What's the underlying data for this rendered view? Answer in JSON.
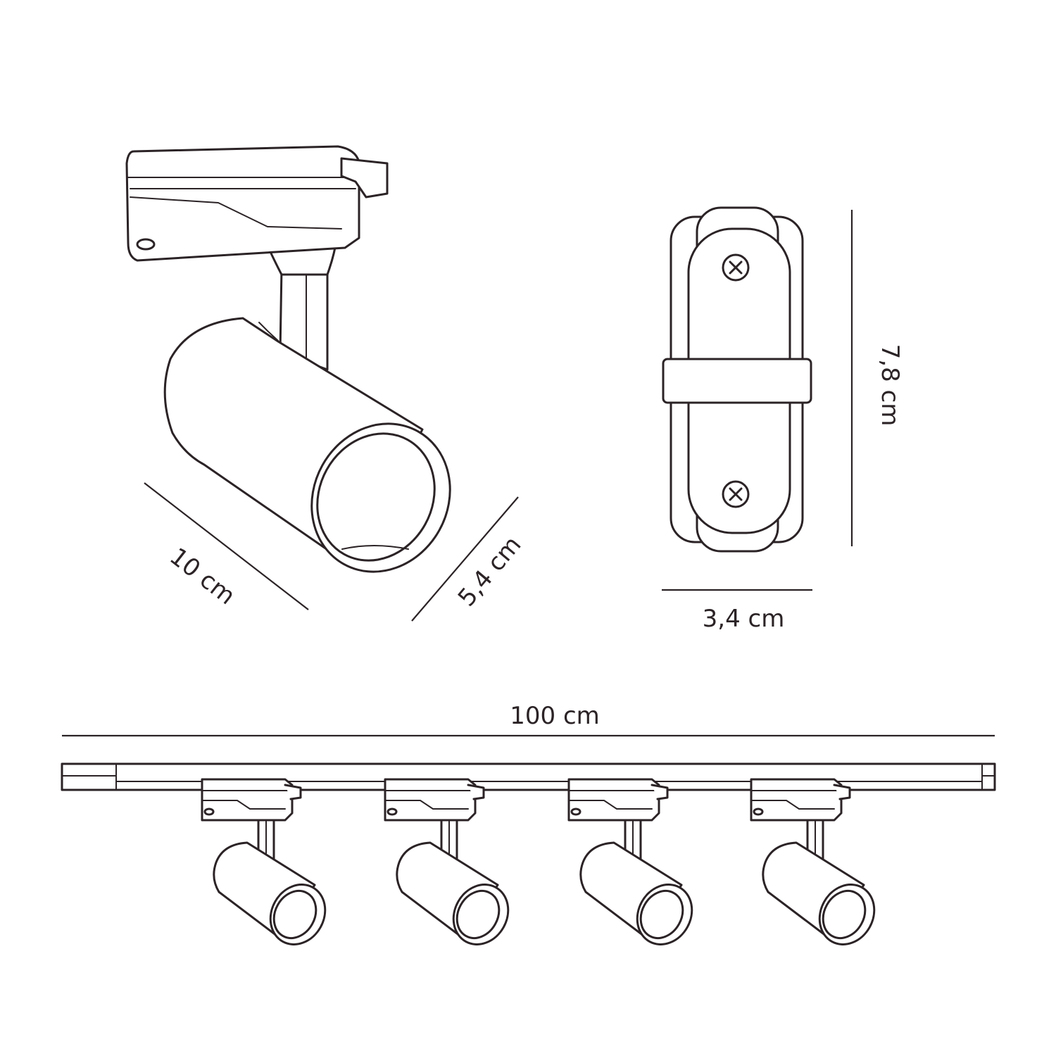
{
  "colors": {
    "line": "#2b2326",
    "background": "#ffffff"
  },
  "dimensions": {
    "spot_length": "10 cm",
    "spot_diameter": "5,4 cm",
    "adapter_width": "3,4 cm",
    "adapter_height": "7,8 cm",
    "rail_length": "100 cm"
  },
  "rail": {
    "spot_count": 4
  },
  "icons": [
    "track-spotlight-icon",
    "track-adapter-icon",
    "screw-icon",
    "track-rail-icon"
  ]
}
